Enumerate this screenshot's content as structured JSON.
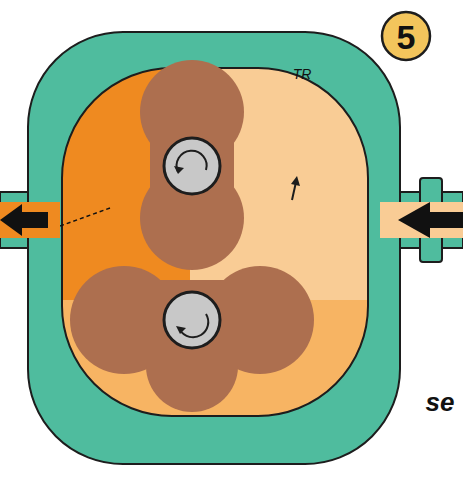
{
  "diagram": {
    "labels": [
      "5",
      "TR",
      "se"
    ]
  }
}
